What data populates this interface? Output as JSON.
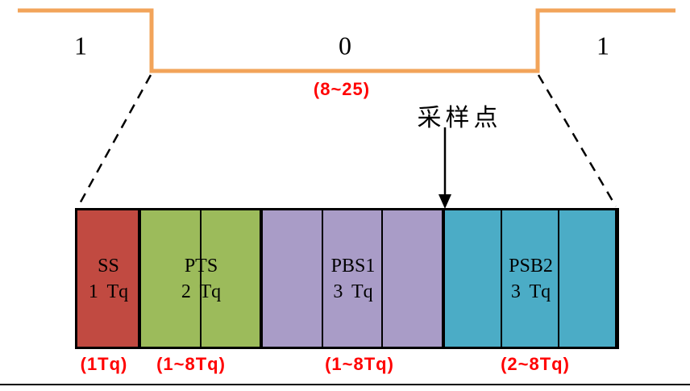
{
  "colors": {
    "waveform_orange": "#f2a45a",
    "annotation_red": "#ff0000",
    "text_black": "#000000",
    "segment_ss": "#c14a41",
    "segment_pts": "#9cbb5b",
    "segment_pbs1": "#a99cc7",
    "segment_psb2": "#4bacc6"
  },
  "waveform": {
    "bit_left": "1",
    "bit_mid": "0",
    "bit_right": "1",
    "tq_range": "(8~25)"
  },
  "sampling_point_label": "采样点",
  "bar": {
    "segments": [
      {
        "name": "SS",
        "duration": "1 Tq",
        "range": "(1Tq)",
        "cells": 1
      },
      {
        "name": "PTS",
        "duration": "2 Tq",
        "range": "(1~8Tq)",
        "cells": 2
      },
      {
        "name": "PBS1",
        "duration": "3 Tq",
        "range": "(1~8Tq)",
        "cells": 3
      },
      {
        "name": "PSB2",
        "duration": "3 Tq",
        "range": "(2~8Tq)",
        "cells": 3
      }
    ]
  }
}
